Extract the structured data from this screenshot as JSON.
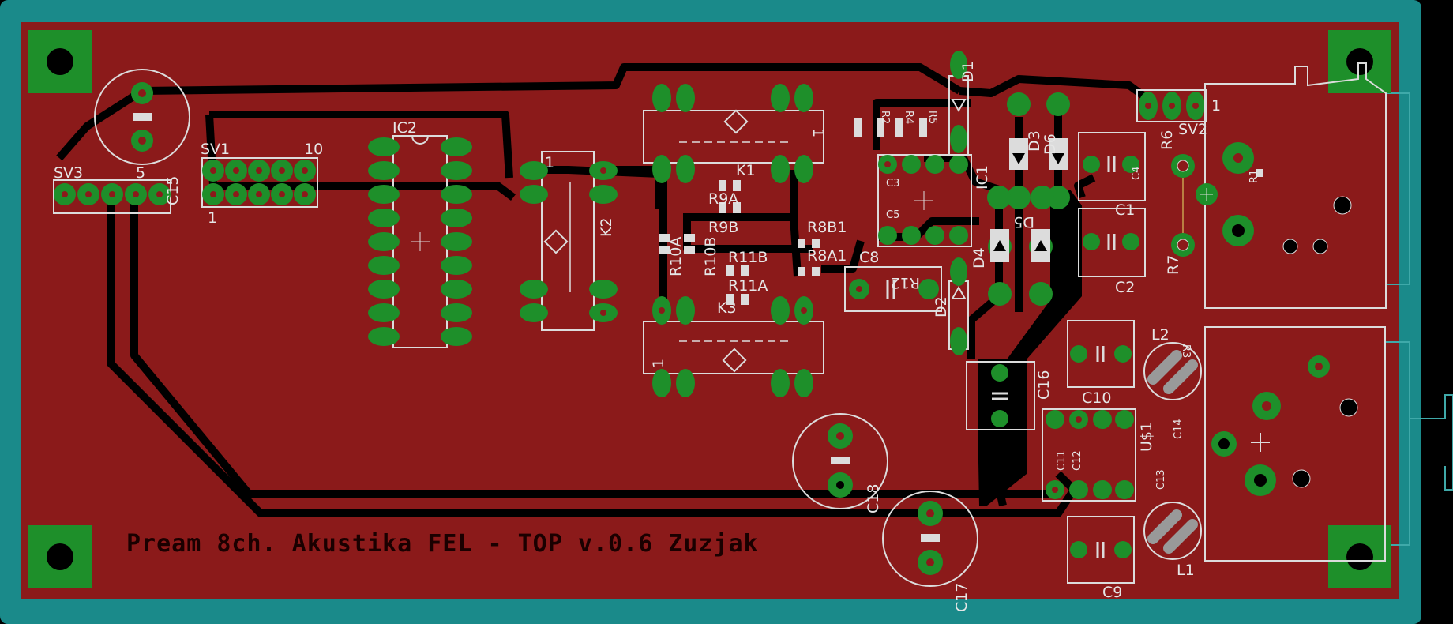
{
  "title": "Pream 8ch. Akustika FEL - TOP v.0.6 Zuzjak",
  "colors": {
    "background": "#000000",
    "board_edge": "#1a8a8a",
    "copper": "#8b1a1a",
    "trace": "#000000",
    "pad": "#1e8f2a",
    "silk": "#dcdcdc"
  },
  "labels": {
    "sv3": "SV3",
    "c15": "C15",
    "sv1": "SV1",
    "sv1_pin10": "10",
    "sv1_pin1": "1",
    "sv3_pin5": "5",
    "ic2": "IC2",
    "k2": "K2",
    "k1": "K1",
    "k3": "K3",
    "r9a": "R9A",
    "r9b": "R9B",
    "r10a": "R10A",
    "r10b": "R10B",
    "r11b": "R11B",
    "r11a": "R11A",
    "r8b1": "R8B1",
    "r8a1": "R8A1",
    "c8": "C8",
    "r12": "R12",
    "r2": "R2",
    "r4": "R4",
    "r5": "R5",
    "d1": "D1",
    "d2": "D2",
    "d3": "D3",
    "d4": "D4",
    "d5": "D5",
    "d6": "D6",
    "ic1": "IC1",
    "c1": "C1",
    "c2": "C2",
    "r6": "R6",
    "r7": "R7",
    "sv2": "SV2",
    "c16": "C16",
    "c10": "C10",
    "us1": "U$1",
    "l2": "L2",
    "l1": "L1",
    "c9": "C9",
    "c17": "C17",
    "c18": "C18",
    "r3": "R3",
    "r1": "R1",
    "c13": "C13",
    "c14": "C14",
    "c3": "C3",
    "c5": "C5",
    "c4": "C4",
    "c11": "C11",
    "c12": "C12",
    "pin1a": "1",
    "pin1b": "1",
    "pin1c": "1",
    "pin1d": "1"
  }
}
